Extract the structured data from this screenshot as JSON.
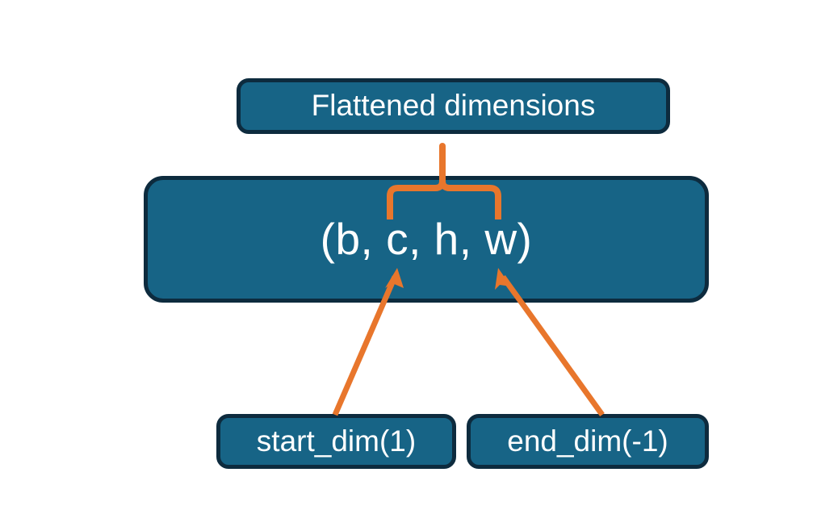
{
  "diagram": {
    "title_node": {
      "label": "Flattened dimensions"
    },
    "shape_node": {
      "label": "(b, c, h, w)"
    },
    "start_node": {
      "label": "start_dim(1)"
    },
    "end_node": {
      "label": "end_dim(-1)"
    },
    "colors": {
      "node_fill": "#176486",
      "node_border": "#0d2b3e",
      "node_text": "#ffffff",
      "connector": "#e8762c",
      "background": "#ffffff"
    }
  }
}
